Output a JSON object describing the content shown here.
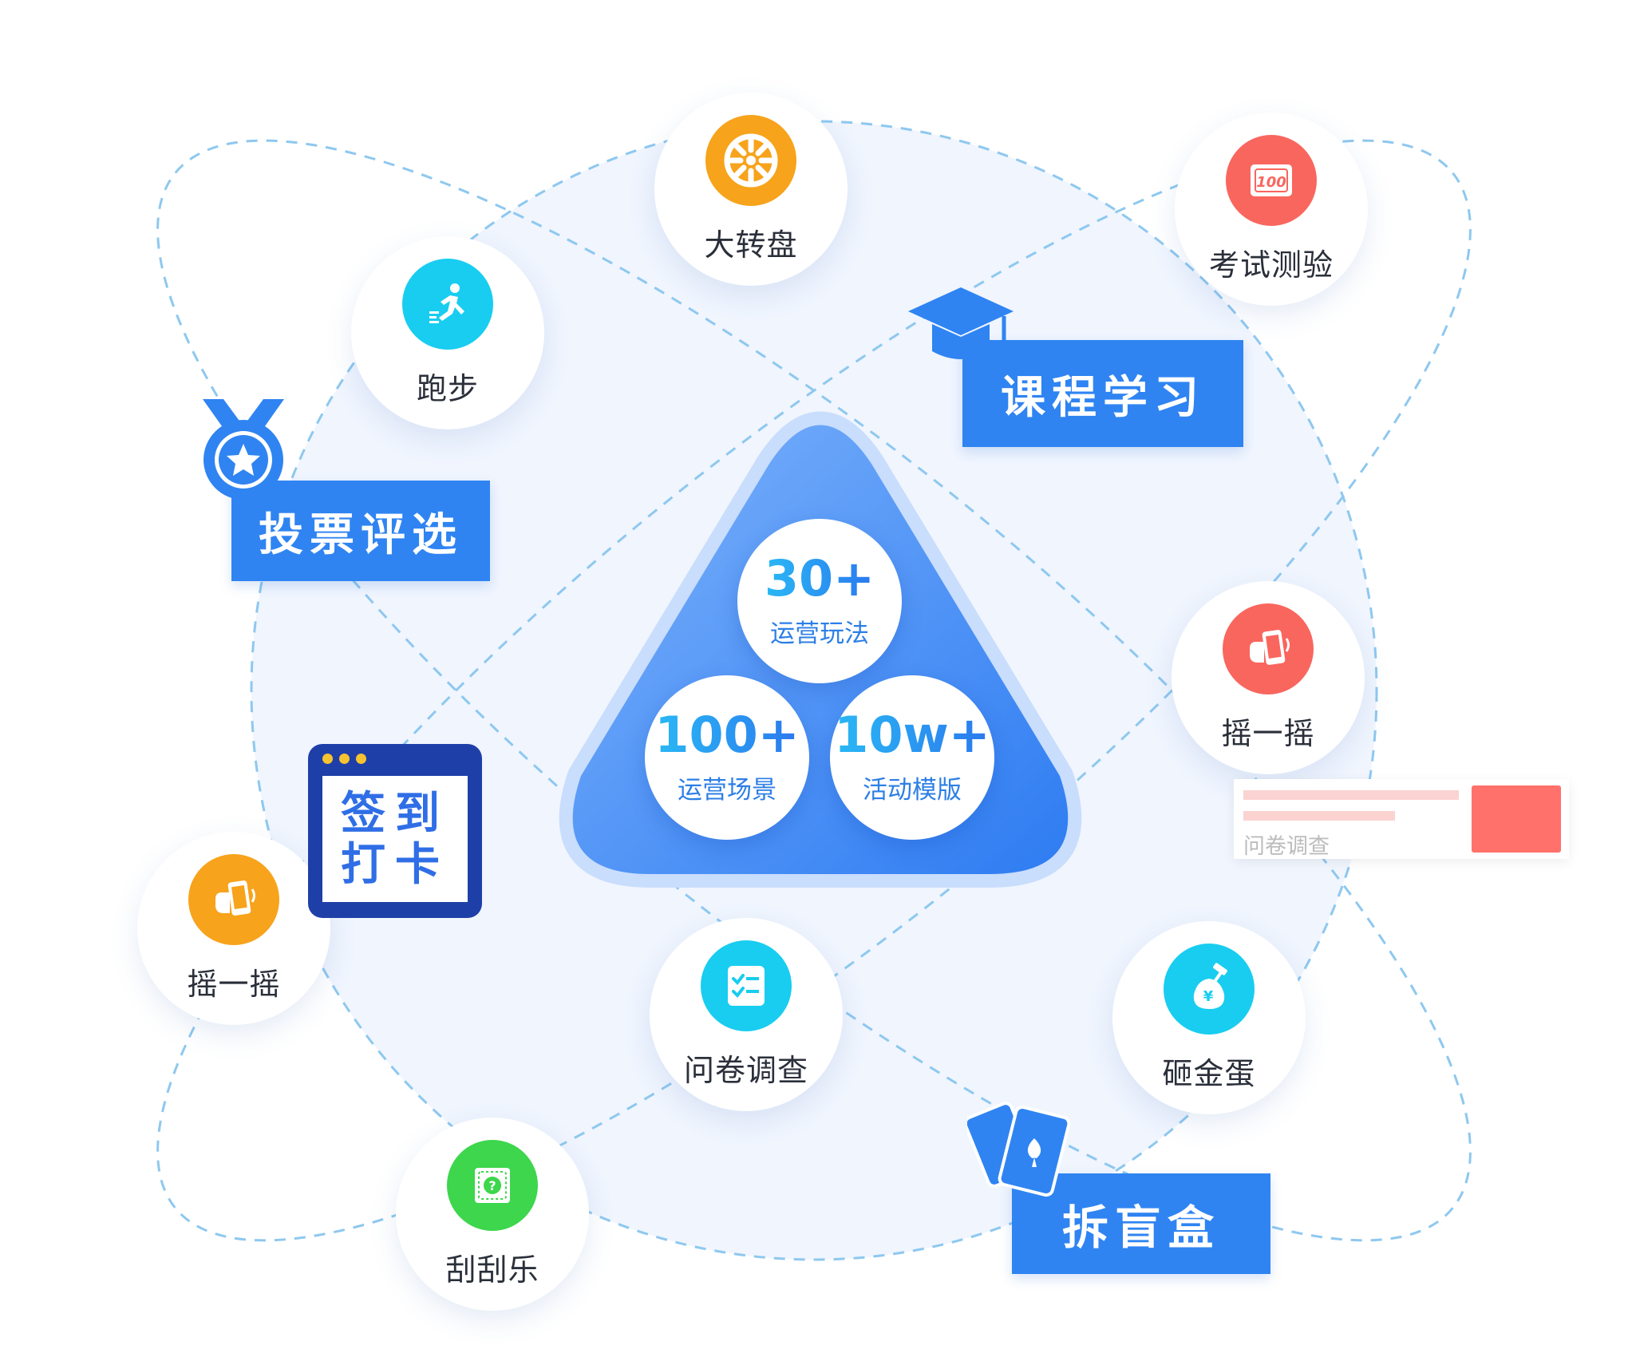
{
  "center_stats": [
    {
      "number": "30+",
      "caption": "运营玩法"
    },
    {
      "number": "100+",
      "caption": "运营场景"
    },
    {
      "number": "10w+",
      "caption": "活动模版"
    }
  ],
  "activities": [
    {
      "label": "大转盘",
      "icon": "wheel-icon",
      "color": "#f7a31b"
    },
    {
      "label": "考试测验",
      "icon": "score-100-icon",
      "color": "#f9665e"
    },
    {
      "label": "跑步",
      "icon": "runner-icon",
      "color": "#18cdf0"
    },
    {
      "label": "摇一摇",
      "icon": "shake-phone-icon",
      "color": "#f9665e"
    },
    {
      "label": "摇一摇",
      "icon": "shake-phone-icon",
      "color": "#f7a31b"
    },
    {
      "label": "问卷调查",
      "icon": "checklist-icon",
      "color": "#18cdf0"
    },
    {
      "label": "砸金蛋",
      "icon": "money-bag-hammer-icon",
      "color": "#18cdf0"
    },
    {
      "label": "刮刮乐",
      "icon": "scratch-card-icon",
      "color": "#3dd64c"
    }
  ],
  "banners": {
    "course": "课程学习",
    "vote": "投票评选",
    "blind_box": "拆盲盒"
  },
  "checkin_card": {
    "line1": "签到",
    "line2": "打卡"
  },
  "survey_card": {
    "text": "问卷调查"
  },
  "colors": {
    "primary_blue": "#2f84f2",
    "orange": "#f7a31b",
    "coral": "#f9665e",
    "cyan": "#18cdf0",
    "green": "#3dd64c",
    "navy": "#1f3fa8"
  }
}
